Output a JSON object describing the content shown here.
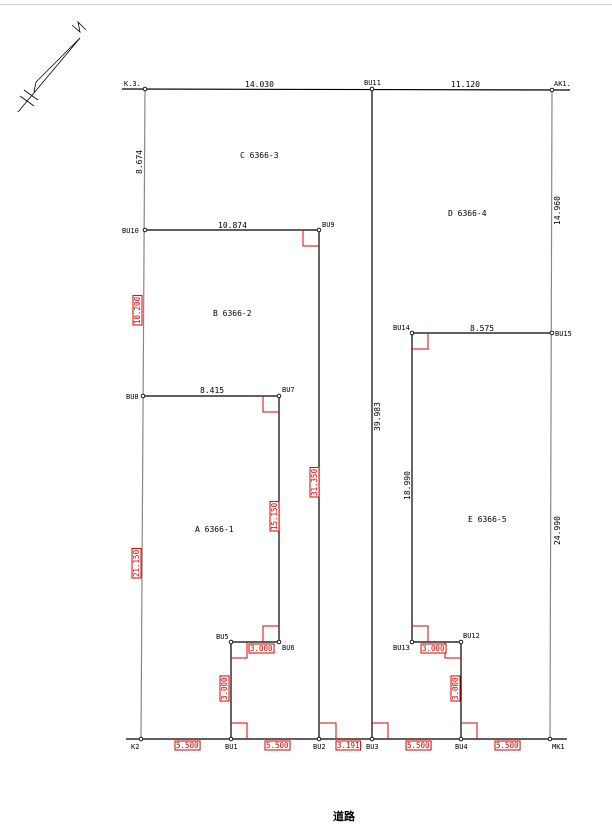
{
  "north_label": "N",
  "road_label": "道路",
  "points": {
    "K3": "K.3.",
    "BU11": "BU11",
    "AK1": "AK1.",
    "BU10": "BU10",
    "BU9": "BU9",
    "BU8": "BU8",
    "BU7": "BU7",
    "BU5": "BU5",
    "BU6": "BU6",
    "K2": "K2",
    "BU1": "BU1",
    "BU2": "BU2",
    "BU3": "BU3",
    "BU4": "BU4",
    "MK1": "MK1",
    "BU14": "BU14",
    "BU15": "BU15",
    "BU13": "BU13",
    "BU12": "BU12"
  },
  "parcels": {
    "A": "A 6366-1",
    "B": "B 6366-2",
    "C": "C 6366-3",
    "D": "D 6366-4",
    "E": "E 6366-5"
  },
  "distances": {
    "k3_bu11": "14.030",
    "bu11_ak1": "11.120",
    "k3_bu10": "8.674",
    "bu10_bu9": "10.874",
    "bu8_bu7": "8.415",
    "bu11_bu3": "39.983",
    "bu14_bu15": "8.575",
    "bu14_bu13": "18.990",
    "ak1_bu15": "14.960",
    "bu15_mk1": "24.990"
  },
  "red_distances": {
    "bu10_bu8": "10.200",
    "bu8_k2": "21.150",
    "bu7_bu6": "15.150",
    "bu9_bu2": "31.350",
    "bu5_bu1": "3.000",
    "bu5_bu6": "3.000",
    "k2_bu1": "5.500",
    "bu1_bu2": "5.500",
    "bu2_bu3": "3.191",
    "bu3_bu4": "5.500",
    "bu4_mk1": "5.500",
    "bu13_bu12": "3.000",
    "bu12_bu4": "3.000"
  }
}
